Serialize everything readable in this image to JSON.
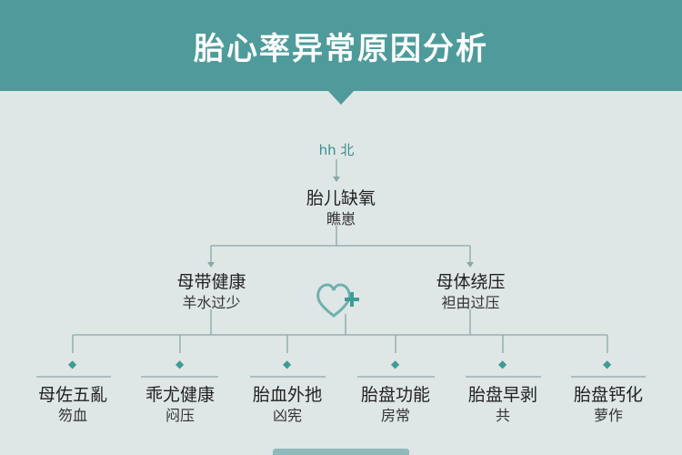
{
  "title": "胎心率异常原因分析",
  "top_label": "hh 北",
  "root": {
    "line1": "胎儿缺氧",
    "line2": "瞧崽"
  },
  "mid": [
    {
      "line1": "母带健康",
      "line2": "羊水过少"
    },
    {
      "line1": "母体绕压",
      "line2": "袒由过压"
    }
  ],
  "leaves": [
    {
      "line1": "母佐五亂",
      "line2": "笏血"
    },
    {
      "line1": "乖尤健康",
      "line2": "闷压"
    },
    {
      "line1": "胎血外扡",
      "line2": "凶宪"
    },
    {
      "line1": "胎盘功能",
      "line2": "房常"
    },
    {
      "line1": "胎盘早剥",
      "line2": "共"
    },
    {
      "line1": "胎盘钙化",
      "line2": "萝作"
    }
  ],
  "colors": {
    "header": "#4f9b9b",
    "background": "#dfe6e6",
    "line": "#8aa6a8",
    "accent": "#3d9c96"
  },
  "icons": [
    "heart-plus-icon",
    "diamond-icon"
  ]
}
